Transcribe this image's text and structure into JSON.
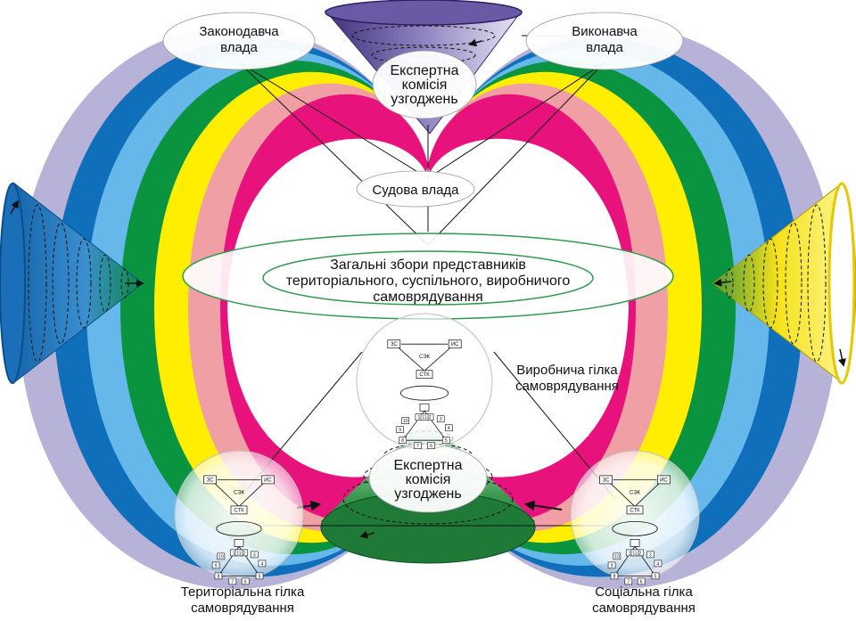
{
  "labels": {
    "legislative": [
      "Законодавча",
      "влада"
    ],
    "executive": [
      "Виконавча",
      "влада"
    ],
    "judicial": [
      "Судова влада"
    ],
    "expert_top": [
      "Експертна",
      "комісія",
      "узгоджень"
    ],
    "expert_bottom": [
      "Експертна",
      "комісія",
      "узгоджень"
    ],
    "assembly": [
      "Загальні збори представників",
      "територіального, суспільного, виробничого",
      "самоврядування"
    ],
    "production_branch": [
      "Виробнича гілка",
      "самоврядування"
    ],
    "territorial_branch": [
      "Територіальна гілка",
      "самоврядування"
    ],
    "social_branch": [
      "Соціальна гілка",
      "самоврядування"
    ]
  },
  "mini_nodes": {
    "left": "ЗС",
    "center": "СЭК",
    "right": "ИС",
    "bottom": "СТК",
    "tree": [
      "1",
      "2",
      "3",
      "4",
      "5",
      "6",
      "7",
      "8",
      "9",
      "10",
      "11"
    ]
  },
  "ring_colors": [
    "#b7b2d8",
    "#0f6fba",
    "#66b8ea",
    "#0a9440",
    "#ffee00",
    "#f0a0a4",
    "#e8127c"
  ],
  "cone_colors": {
    "top": "#5f4e96",
    "left": "#1a6fb5",
    "right": "#f4e11c",
    "bottom": "#1e7d3b"
  }
}
